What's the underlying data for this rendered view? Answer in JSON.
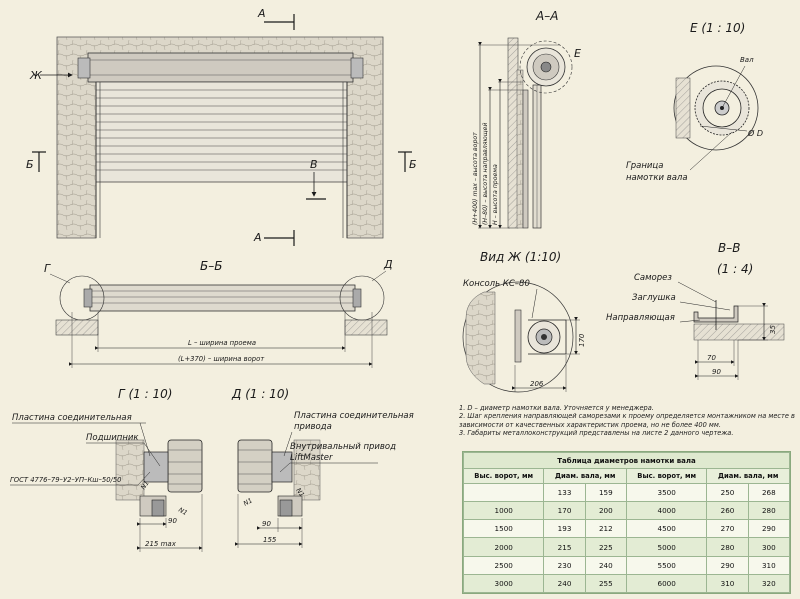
{
  "labels": {
    "section_a_top": "А",
    "section_a_bottom": "А",
    "arrow_zh": "Ж",
    "arrow_b_left": "Б",
    "arrow_b_right": "Б",
    "arrow_v": "В",
    "title_aa": "А–А",
    "label_e_mark": "Е",
    "title_e": "Е  (1 : 10)",
    "label_val": "Вал",
    "label_phi_d": "Ø D",
    "label_border_line1": "Граница",
    "label_border_line2": "намотки вала",
    "dim_vertical_1": "(H+400) max – высота ворот",
    "dim_vertical_2": "(H–80) – высота направляющей",
    "dim_vertical_3": "H – высота проема",
    "title_vid_zh": "Вид Ж (1:10)",
    "label_console": "Консоль КС–80",
    "dim_170": "170",
    "dim_206": "206",
    "title_vv": "В–В",
    "title_vv_scale": "(1 : 4)",
    "label_samorez": "Саморез",
    "label_zaglushka": "Заглушка",
    "label_napr": "Направляющая",
    "dim_35": "35",
    "dim_70": "70",
    "dim_90_vv": "90",
    "label_g": "Г",
    "label_d": "Д",
    "title_bb": "Б–Б",
    "dim_l": "L – ширина проема",
    "dim_l370": "(L+370) – ширина ворот",
    "title_g": "Г  (1 : 10)",
    "title_d": "Д  (1 : 10)",
    "label_plate_left": "Пластина соединительная",
    "label_bearing": "Подшипник",
    "label_gost": "ГОСТ 4776–79–У2–УП–Кш–50/50",
    "label_plate_right_1": "Пластина соединительная",
    "label_plate_right_2": "привода",
    "label_drive_1": "Внутривальный привод",
    "label_drive_2": "LiftMaster",
    "label_n1_a": "N1",
    "label_n1_b": "N1",
    "label_n1_c": "N1",
    "label_n1_d": "N1",
    "dim_90_g": "90",
    "dim_215": "215 max",
    "dim_90_d": "90",
    "dim_155": "155"
  },
  "notes": [
    "1. D – диаметр намотки вала. Уточняется у менеджера.",
    "2. Шаг крепления направляющей саморезами к проему определяется монтажником на месте в зависимости от качественных характеристик проема, но не более 400 мм.",
    "3. Габариты металлоконструкций представлены на листе 2 данного чертежа."
  ],
  "table": {
    "title": "Таблица диаметров намотки вала",
    "headers": [
      "Выс. ворот, мм",
      "Диам. вала, мм",
      "Выс. ворот, мм",
      "Диам. вала, мм"
    ],
    "rows": [
      [
        "",
        "133",
        "159",
        "3500",
        "250",
        "268"
      ],
      [
        "1000",
        "170",
        "200",
        "4000",
        "260",
        "280"
      ],
      [
        "1500",
        "193",
        "212",
        "4500",
        "270",
        "290"
      ],
      [
        "2000",
        "215",
        "225",
        "5000",
        "280",
        "300"
      ],
      [
        "2500",
        "230",
        "240",
        "5500",
        "290",
        "310"
      ],
      [
        "3000",
        "240",
        "255",
        "6000",
        "310",
        "320"
      ]
    ]
  },
  "colors": {
    "background": "#f3efdf",
    "wall": "#d9d4c6",
    "line": "#1a1a1a",
    "table_border": "#9cb692",
    "table_header": "#dfe9cf"
  }
}
